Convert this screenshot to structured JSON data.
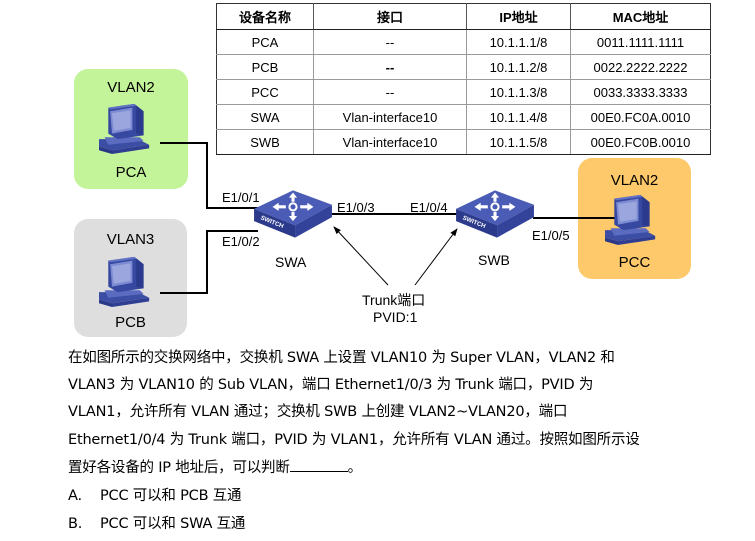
{
  "table": {
    "headers": [
      "设备名称",
      "接口",
      "IP地址",
      "MAC地址"
    ],
    "rows": [
      [
        "PCA",
        "--",
        "10.1.1.1/8",
        "0011.1111.1111"
      ],
      [
        "PCB",
        "--",
        "10.1.1.2/8",
        "0022.2222.2222"
      ],
      [
        "PCC",
        "--",
        "10.1.1.3/8",
        "0033.3333.3333"
      ],
      [
        "SWA",
        "Vlan-interface10",
        "10.1.1.4/8",
        "00E0.FC0A.0010"
      ],
      [
        "SWB",
        "Vlan-interface10",
        "10.1.1.5/8",
        "00E0.FC0B.0010"
      ]
    ]
  },
  "diagram": {
    "pca": {
      "vlan": "VLAN2",
      "name": "PCA",
      "color": "#c3f49a"
    },
    "pcb": {
      "vlan": "VLAN3",
      "name": "PCB",
      "color": "#dedede"
    },
    "pcc": {
      "vlan": "VLAN2",
      "name": "PCC",
      "color": "#fdc96a"
    },
    "swa": {
      "name": "SWA",
      "chassis_text": "SWITCH"
    },
    "swb": {
      "name": "SWB",
      "chassis_text": "SWITCH"
    },
    "ports": {
      "swa_pca": "E1/0/1",
      "swa_pcb": "E1/0/2",
      "swa_trunk": "E1/0/3",
      "swb_trunk": "E1/0/4",
      "swb_pcc": "E1/0/5"
    },
    "annotation": {
      "line1": "Trunk端口",
      "line2": "PVID:1"
    },
    "switch_color": "#3d4fa8",
    "pc_color": "#4152a8"
  },
  "question": {
    "lines": [
      "在如图所示的交换网络中，交换机 SWA 上设置 VLAN10 为 Super VLAN，VLAN2 和",
      "VLAN3 为 VLAN10 的 Sub VLAN，端口 Ethernet1/0/3 为 Trunk 端口，PVID 为",
      "VLAN1，允许所有 VLAN 通过；交换机 SWB 上创建 VLAN2~VLAN20，端口",
      "Ethernet1/0/4 为 Trunk 端口，PVID 为 VLAN1，允许所有 VLAN 通过。按照如图所示设"
    ],
    "last_line_before": "置好各设备的 IP 地址后，可以判断",
    "last_line_after": "。",
    "options": [
      {
        "letter": "A.",
        "text": "PCC 可以和 PCB 互通"
      },
      {
        "letter": "B.",
        "text": "PCC 可以和 SWA 互通"
      }
    ]
  }
}
